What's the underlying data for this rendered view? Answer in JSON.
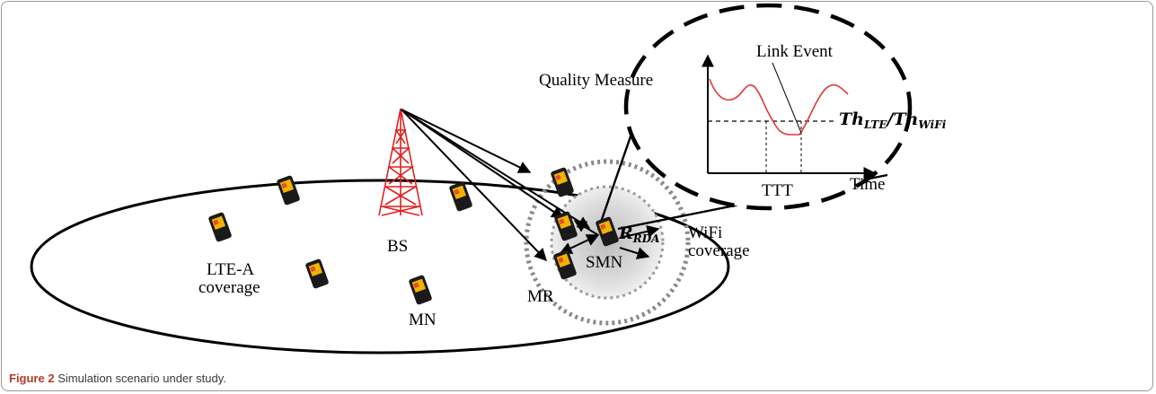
{
  "labels": {
    "bs": "BS",
    "lte_coverage_line1": "LTE-A",
    "lte_coverage_line2": "coverage",
    "mn": "MN",
    "mr": "MR",
    "smn": "SMN",
    "r_rda_base": "R",
    "r_rda_sub": "RDA",
    "wifi_line1": "WiFi",
    "wifi_line2": "coverage",
    "quality_measure": "Quality Measure",
    "link_event": "Link Event",
    "threshold_lte_base": "Th",
    "threshold_lte_sub": "LTE",
    "threshold_slash": "/",
    "threshold_wifi_base": "Th",
    "threshold_wifi_sub": "WiFi",
    "ttt": "TTT",
    "time": "Time"
  },
  "caption": {
    "figure_label": "Figure 2",
    "text": "Simulation scenario under study"
  },
  "colors": {
    "tower": "#e02020",
    "quality_curve": "#e0353c",
    "phone_body": "#1a1a1a",
    "phone_screen": "#f2b400",
    "caption_label": "#b23a2b"
  },
  "icons": [
    "cell-tower-icon",
    "mobile-phone-icon"
  ]
}
